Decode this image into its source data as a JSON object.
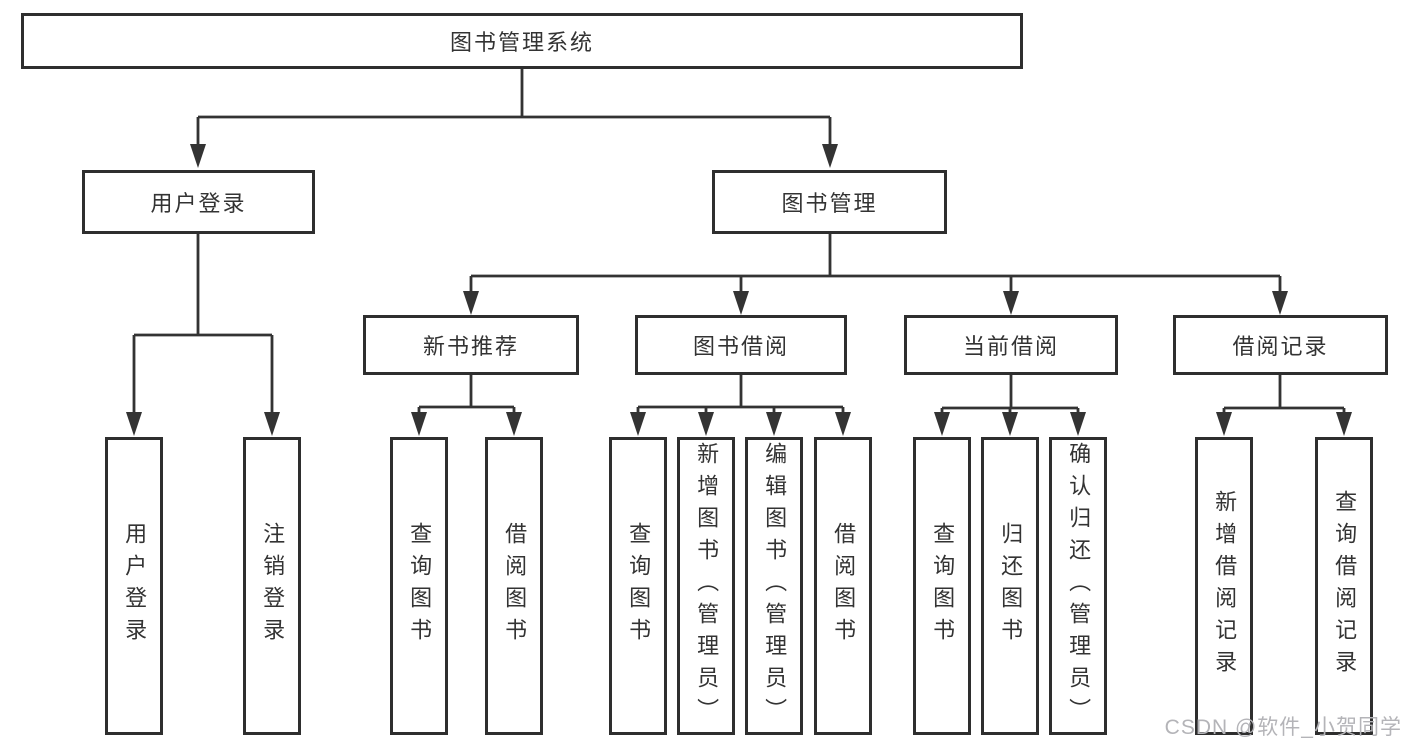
{
  "diagram": {
    "tree": {
      "label": "图书管理系统",
      "children": [
        {
          "label": "用户登录",
          "children": [
            {
              "label": "用户登录"
            },
            {
              "label": "注销登录"
            }
          ]
        },
        {
          "label": "图书管理",
          "children": [
            {
              "label": "新书推荐",
              "children": [
                {
                  "label": "查询图书"
                },
                {
                  "label": "借阅图书"
                }
              ]
            },
            {
              "label": "图书借阅",
              "children": [
                {
                  "label": "查询图书"
                },
                {
                  "label": "新增图书（管理员）"
                },
                {
                  "label": "编辑图书（管理员）"
                },
                {
                  "label": "借阅图书"
                }
              ]
            },
            {
              "label": "当前借阅",
              "children": [
                {
                  "label": "查询图书"
                },
                {
                  "label": "归还图书"
                },
                {
                  "label": "确认归还（管理员）"
                }
              ]
            },
            {
              "label": "借阅记录",
              "children": [
                {
                  "label": "新增借阅记录"
                },
                {
                  "label": "查询借阅记录"
                }
              ]
            }
          ]
        }
      ]
    },
    "watermark": "CSDN @软件_小贺同学",
    "colors": {
      "line": "#333333",
      "box_border": "#2e2e2e",
      "text": "#333333",
      "watermark": "#b4b4b8",
      "background": "#ffffff"
    }
  }
}
